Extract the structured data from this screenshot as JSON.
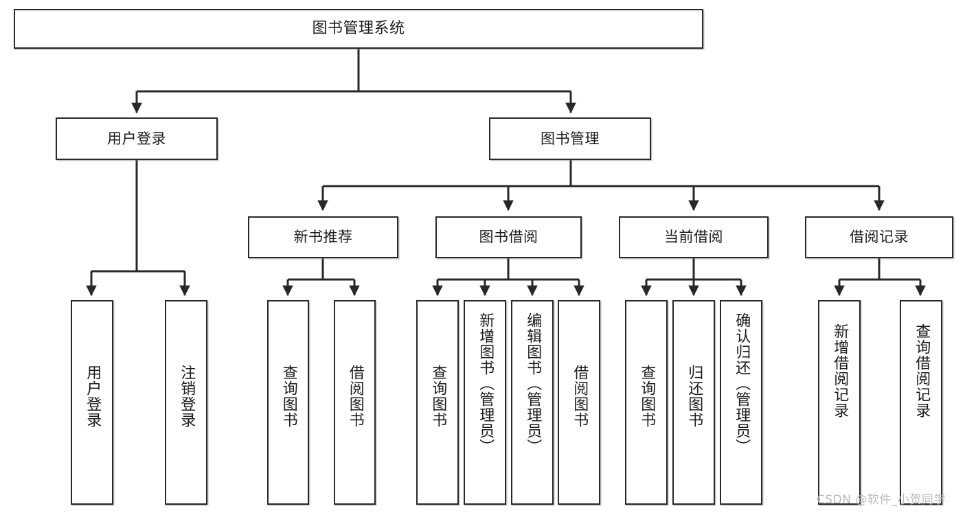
{
  "diagram": {
    "title": "图书管理系统",
    "type": "tree-hierarchy-chart",
    "watermark": "CSDN @软件_小贺同学",
    "edge_color": "#26282b",
    "box_border_color": "#26282b",
    "text_color": "#1c1c1c",
    "background": "#ffffff"
  },
  "nodes": {
    "root": {
      "label": "图书管理系统"
    },
    "level2": [
      {
        "label": "用户登录"
      },
      {
        "label": "图书管理"
      }
    ],
    "level3": [
      {
        "label": "新书推荐"
      },
      {
        "label": "图书借阅"
      },
      {
        "label": "当前借阅"
      },
      {
        "label": "借阅记录"
      }
    ],
    "leaves": {
      "user_login": [
        {
          "label": "用户登录"
        },
        {
          "label": "注销登录"
        }
      ],
      "new_book_recommend": [
        {
          "label": "查询图书"
        },
        {
          "label": "借阅图书"
        }
      ],
      "book_borrow": [
        {
          "label": "查询图书"
        },
        {
          "label": "新增图书（管理员）"
        },
        {
          "label": "编辑图书（管理员）"
        },
        {
          "label": "借阅图书"
        }
      ],
      "current_borrow": [
        {
          "label": "查询图书"
        },
        {
          "label": "归还图书"
        },
        {
          "label": "确认归还（管理员）"
        }
      ],
      "borrow_record": [
        {
          "label": "新增借阅记录"
        },
        {
          "label": "查询借阅记录"
        }
      ]
    }
  }
}
